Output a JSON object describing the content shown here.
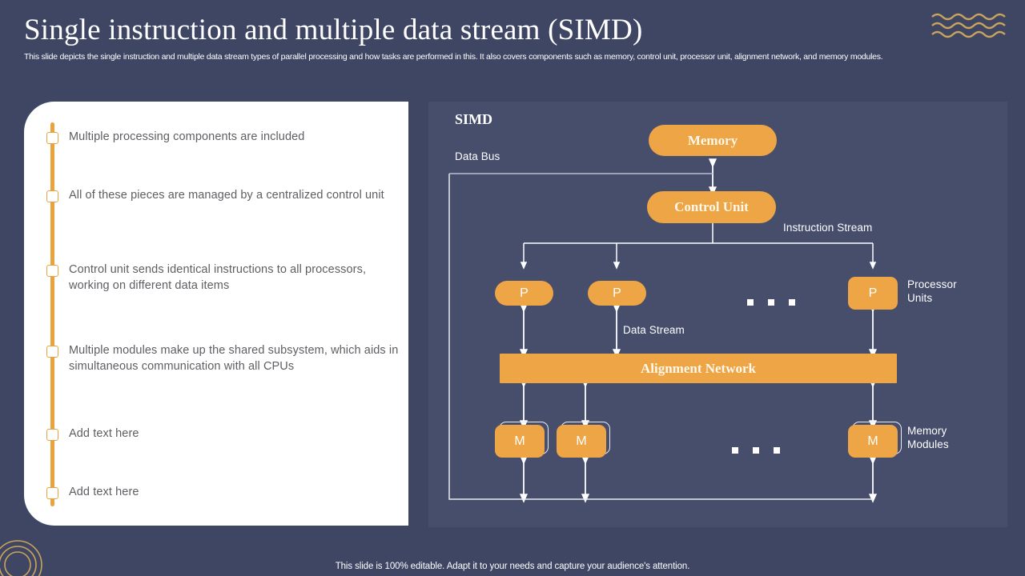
{
  "header": {
    "title": "Single instruction and multiple data stream (SIMD)",
    "subtitle": "This slide depicts the single instruction and multiple data stream types of parallel processing and how tasks are performed in this. It also covers components such as memory, control unit, processor unit, alignment network, and memory modules."
  },
  "left_card": {
    "bullets": [
      {
        "text": "Multiple processing components are included"
      },
      {
        "text": "All of these pieces are managed by a centralized control unit"
      },
      {
        "text": "Control unit sends identical instructions to all processors, working on different data items"
      },
      {
        "text": "Multiple modules make up the shared subsystem, which aids in simultaneous communication with all CPUs"
      },
      {
        "text": "Add text here"
      },
      {
        "text": "Add text here"
      }
    ]
  },
  "diagram": {
    "title": "SIMD",
    "labels": {
      "data_bus": "Data Bus",
      "instruction_stream": "Instruction  Stream",
      "data_stream": "Data Stream",
      "processor_units": "Processor\nUnits",
      "memory_modules": "Memory\nModules"
    },
    "nodes": {
      "memory": "Memory",
      "control_unit": "Control Unit",
      "alignment_network": "Alignment Network",
      "processor_1": "P",
      "processor_2": "P",
      "processor_n": "P",
      "module_1": "M",
      "module_2": "M",
      "module_n": "M"
    }
  },
  "footer": {
    "note": "This slide is 100% editable. Adapt it to your needs and capture your audience's attention."
  },
  "colors": {
    "background": "#3f4664",
    "panel": "#474e6c",
    "accent": "#eda545",
    "card": "#ffffff",
    "body_text": "#5e5e63"
  }
}
